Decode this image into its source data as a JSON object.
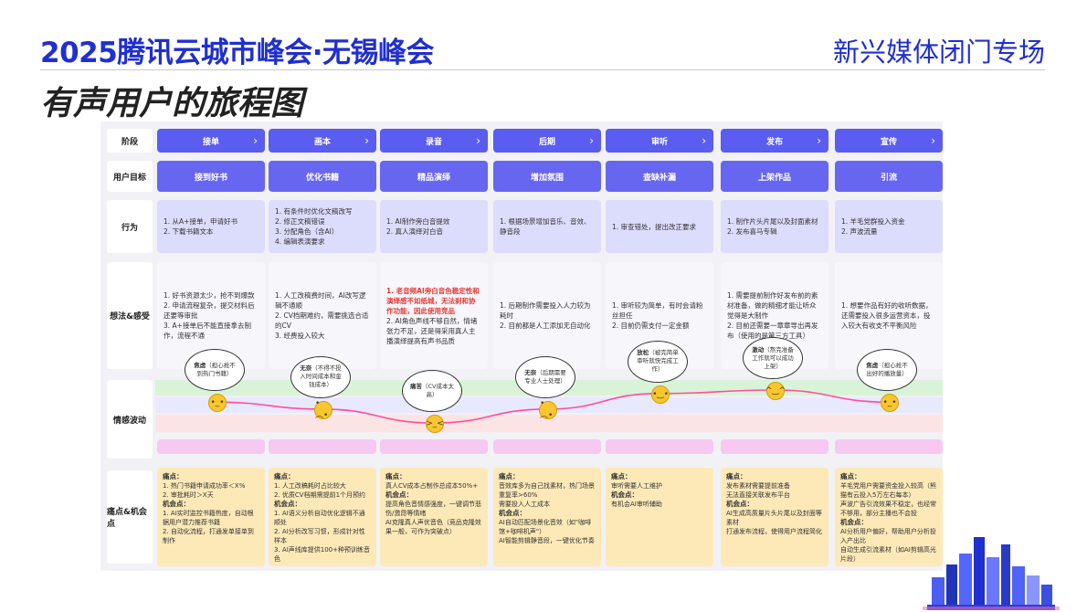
{
  "header": {
    "left": "2025腾讯云城市峰会·无锡峰会",
    "right": "新兴媒体闭门专场",
    "title": "有声用户的旅程图"
  },
  "row_labels": [
    "阶段",
    "用户目标",
    "行为",
    "想法&感受",
    "情感波动",
    "痛点&机会点"
  ],
  "columns": [
    {
      "stage": "接单",
      "goal": "接到好书",
      "behavior": [
        "1. 从A+接单，申请好书",
        "2. 下载书籍文本"
      ],
      "thoughts": [
        "1. 好书资源太少，抢不到爆款",
        "2. 申请流程复杂，提交材料后还要等审批",
        "3. A+接单后不能直接拿去制作，流程不通"
      ],
      "thoughts_red": [],
      "emotion": {
        "label": "焦虑",
        "note": "（担心抢不到热门书籍）",
        "face": "•_•",
        "level": 0.35
      },
      "pain": {
        "h1": "痛点：",
        "p": [
          "1. 热门书籍申请成功率＜X%",
          "2. 审批耗时＞X天"
        ],
        "h2": "机会点：",
        "o": [
          "1. AI实时监控书籍热度，自动根据用户潜力推荐书籍",
          "2. 自动化流程，打通发单接单到制作"
        ]
      }
    },
    {
      "stage": "画本",
      "goal": "优化书籍",
      "behavior": [
        "1. 有条件时优化文稿改写",
        "2. 修正文稿错误",
        "3. 分配角色（含AI）",
        "4. 编辑表演要求"
      ],
      "thoughts": [
        "1. 人工改稿费时间，AI改写逻辑不通顺",
        "2. CV档期难约，需要挑选合适的CV",
        "3. 经费投入较大"
      ],
      "thoughts_red": [],
      "emotion": {
        "label": "无奈",
        "note": "（不得不投入时间成本和金钱成本）",
        "face": "•︵•",
        "level": 0.55
      },
      "pain": {
        "h1": "痛点：",
        "p": [
          "1. 人工改稿耗时占比较大",
          "2. 优质CV档期需提前1个月预约"
        ],
        "h2": "机会点：",
        "o": [
          "1. AI语义分析自动优化逻辑不通顺处",
          "2. AI分析改写习惯，形成针对性样本",
          "3. AI声线库提供100+种预训练音色"
        ]
      }
    },
    {
      "stage": "录音",
      "goal": "精品演绎",
      "behavior": [
        "1. AI制作旁白音提效",
        "2. 真人演绎对白音"
      ],
      "thoughts": [
        "2. AI角色声线不够自然，情绪张力不足，还是得采用真人主播演绎提高有声书品质"
      ],
      "thoughts_red": [
        "1. 老音频AI旁白音色稳定性和演绎感不如纸城，无法刹和协作功能，因此使用竞品"
      ],
      "emotion": {
        "label": "痛苦",
        "note": "（CV成本太高）",
        "face": ">_<",
        "level": 0.95
      },
      "pain": {
        "h1": "痛点：",
        "p": [
          "真人CV成本占制作总成本50%+"
        ],
        "h2": "机会点：",
        "o": [
          "提高角色音情感强度，一键调节悲伤/激昂等情绪",
          "AI克隆真人声优音色（竞品克隆效果一般，可作为突破点）"
        ]
      }
    },
    {
      "stage": "后期",
      "goal": "增加氛围",
      "behavior": [
        "1. 根据场景增加音乐、音效、静音段"
      ],
      "thoughts": [
        "1. 后期制作需要投入人力较为耗时",
        "2. 目前都是人工添加无自动化"
      ],
      "thoughts_red": [],
      "emotion": {
        "label": "无奈",
        "note": "（后期需要专业人士处理）",
        "face": "•︵•",
        "level": 0.55
      },
      "pain": {
        "h1": "痛点：",
        "p": [
          "音效库多为自己找素材，热门场景重复率>60%",
          "需要投入人工成本"
        ],
        "h2": "机会点：",
        "o": [
          "AI自动匹配场景化音效（如\"咖啡馆+咖啡机声\"）",
          "AI智能剪辑静音段，一键优化节奏"
        ]
      }
    },
    {
      "stage": "审听",
      "goal": "查缺补漏",
      "behavior": [
        "1. 审查错处，提出改正要求"
      ],
      "thoughts": [
        "1. 审听较为简单，有时会请粉丝担任",
        "2. 目前仍需支付一定金额"
      ],
      "thoughts_red": [],
      "emotion": {
        "label": "放松",
        "note": "（被完简单审听就快完成工作）",
        "face": "•‿•",
        "level": 0.1
      },
      "pain": {
        "h1": "痛点：",
        "p": [
          "审听需要人工维护"
        ],
        "h2": "机会点：",
        "o": [
          "有机会AI审听辅助"
        ]
      }
    },
    {
      "stage": "发布",
      "goal": "上架作品",
      "behavior": [
        "1. 制作片头片尾以及封面素材",
        "2. 发布喜马专辑"
      ],
      "thoughts": [
        "1. 需要提前制作好发布前的素材准备，做的精细才能让听众觉得是大制作",
        "2. 目前还需要一章章导出再发布（使用的是第三方工具）"
      ],
      "thoughts_red": [],
      "emotion": {
        "label": "激动",
        "note": "（熬完准备工作就可以成功上架）",
        "face": "^‿^",
        "level": 0.0
      },
      "pain": {
        "h1": "痛点：",
        "p": [
          "发布素材需要提前准备",
          "无法直接关联发布平台"
        ],
        "h2": "机会点：",
        "o": [
          "AI生成高质量片头片尾以及封面等素材",
          "打通发布流程，使得用户流程简化"
        ]
      }
    },
    {
      "stage": "宣传",
      "goal": "引流",
      "behavior": [
        "1. 羊毛党群投入资金",
        "2. 声波流量"
      ],
      "thoughts": [
        "1. 想要作品有好的收听数据，还需要投入很多运营资本，投入较大有收支不平衡风险"
      ],
      "thoughts_red": [],
      "emotion": {
        "label": "焦虑",
        "note": "（担心抢不出好的播放量）",
        "face": "•_•",
        "level": 0.35
      },
      "pain": {
        "h1": "痛点：",
        "p": [
          "羊毛党用户需要资金投入较高（熊猫有云投入5万左右每本）",
          "声波广告引流效果不稳定，也经常不够用，部分主播也不会投"
        ],
        "h2": "机会点：",
        "o": [
          "AI分析用户偏好，帮助用户分析投入产出比",
          "自动生成引流素材（如AI剪辑高光片段）"
        ]
      }
    }
  ],
  "colors": {
    "brand": "#1f2fd0",
    "stage": "#5b5cf0",
    "goal": "#6666f0",
    "behavior": "#dcdcfc",
    "pain": "#fde9b8",
    "curve": "#ff4d9a"
  }
}
